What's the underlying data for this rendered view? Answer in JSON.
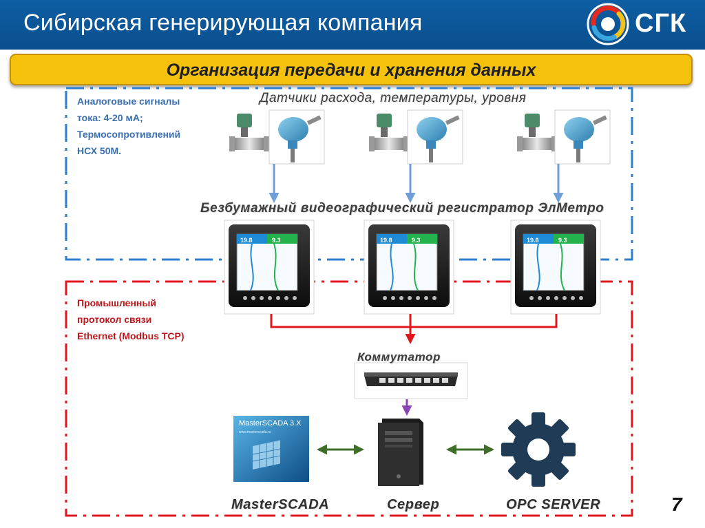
{
  "header": {
    "title": "Сибирская генерирующая компания",
    "logo_text": "СГК"
  },
  "banner": {
    "text": "Организация передачи и хранения данных"
  },
  "notes": {
    "analog": [
      "Аналоговые сигналы",
      "тока: 4-20 мА;",
      "Термосопротивлений",
      "НСХ 50М."
    ],
    "protocol": [
      "Промышленный",
      "протокол связи",
      "Ethernet (Modbus TCP)"
    ]
  },
  "captions": {
    "sensors": "Датчики расхода, температуры, уровня",
    "recorder": "Безбумажный видеографический регистратор ЭлМетро",
    "switch": "Коммутатор",
    "scada": "MasterSCADA",
    "server": "Сервер",
    "opc": "OPC SERVER"
  },
  "screen": {
    "value_left": "19.8",
    "value_right": "9.3"
  },
  "scada_box": {
    "brand": "MasterSCADA 3.X",
    "url": "www.masterscada.ru"
  },
  "page_number": "7",
  "colors": {
    "header": "#0b57a0",
    "banner": "#f4c20d",
    "blue_zone": "#2d7fd0",
    "red_zone": "#e0181e",
    "arrow_blue": "#6f9fd6",
    "arrow_red": "#e0181e",
    "arrow_green": "#3f6e2a",
    "arrow_purple": "#8a44b3"
  },
  "icons": {
    "logo": "sgk-ring-logo",
    "flowmeter": "flowmeter-icon",
    "temp_sensor": "temperature-sensor-icon",
    "recorder": "recorder-icon",
    "switch": "network-switch-icon",
    "server": "server-tower-icon",
    "opc": "gear-icon",
    "scada": "scada-software-icon"
  }
}
